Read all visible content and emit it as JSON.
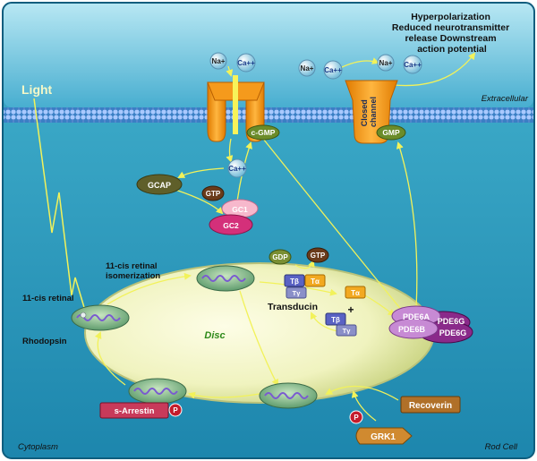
{
  "labels": {
    "light": "Light",
    "extracellular": "Extracellular",
    "cytoplasm": "Cytoplasm",
    "rod_cell": "Rod Cell",
    "disc": "Disc",
    "outcome": [
      "Hyperpolarization",
      "Reduced neurotransmitter",
      "release Downstream",
      "action potential"
    ],
    "retinal_11cis": "11-cis retinal",
    "isomerization": [
      "11-cis retinal",
      "isomerization"
    ],
    "rhodopsin": "Rhodopsin",
    "transducin": "Transducin",
    "closed_channel": [
      "Closed",
      "channel"
    ],
    "plus": "+"
  },
  "molecules": {
    "na": "Na+",
    "ca": "Ca++",
    "cgmp": "c-GMP",
    "gmp": "GMP",
    "gcap": "GCAP",
    "gtp": "GTP",
    "gdp": "GDP",
    "gc1": "GC1",
    "gc2": "GC2",
    "t_beta": "Tβ",
    "t_alpha": "Tα",
    "t_gamma": "Tγ",
    "pde6a": "PDE6A",
    "pde6b": "PDE6B",
    "pde6g": "PDE6G",
    "s_arrestin": "s-Arrestin",
    "recoverin": "Recoverin",
    "grk1": "GRK1",
    "p": "P"
  }
}
